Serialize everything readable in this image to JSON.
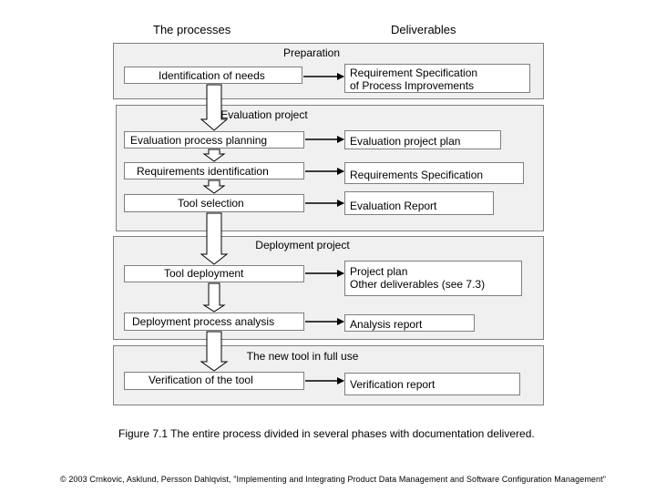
{
  "headers": {
    "processes": "The processes",
    "deliverables": "Deliverables"
  },
  "phases": [
    {
      "title": "Preparation",
      "processes": [
        "Identification of needs"
      ],
      "deliverables": [
        [
          "Requirement Specification",
          "of Process Improvements"
        ]
      ]
    },
    {
      "title": "Evaluation project",
      "processes": [
        "Evaluation process planning",
        "Requirements identification",
        "Tool selection"
      ],
      "deliverables": [
        [
          "Evaluation project plan"
        ],
        [
          "Requirements Specification"
        ],
        [
          "Evaluation Report"
        ]
      ]
    },
    {
      "title": "Deployment project",
      "processes": [
        "Tool deployment",
        "Deployment process analysis"
      ],
      "deliverables": [
        [
          "Project plan",
          "Other deliverables (see 7.3)"
        ],
        [
          "Analysis report"
        ]
      ]
    },
    {
      "title": "The new tool in full use",
      "processes": [
        "Verification of the tool"
      ],
      "deliverables": [
        [
          "Verification report"
        ]
      ]
    }
  ],
  "caption": "Figure 7.1 The entire process divided in several phases with documentation delivered.",
  "footer": "© 2003 Crnkovic, Asklund, Persson Dahlqvist, \"Implementing and Integrating Product Data Management and Software Configuration Management\"",
  "colors": {
    "phase_fill": "#f0f0f0",
    "border": "#7f7f7f",
    "box_fill": "#ffffff",
    "arrow": "#000000"
  }
}
